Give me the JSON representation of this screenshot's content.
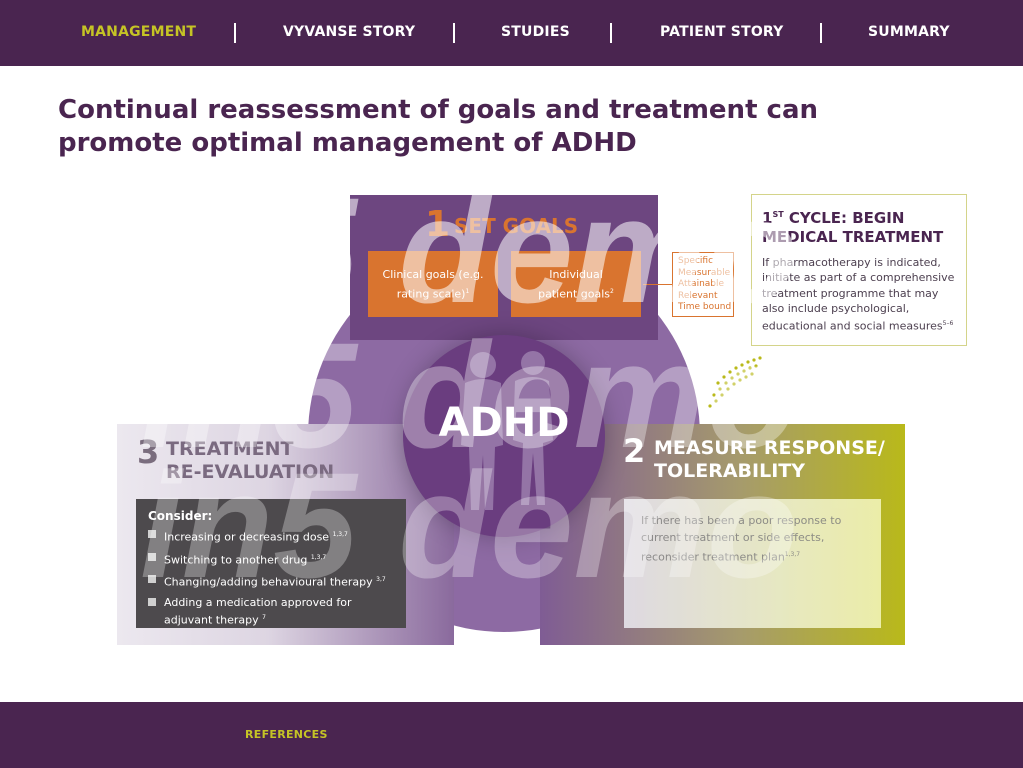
{
  "nav": {
    "items": [
      {
        "label": "MANAGEMENT",
        "active": true
      },
      {
        "label": "VYVANSE STORY",
        "active": false
      },
      {
        "label": "STUDIES",
        "active": false
      },
      {
        "label": "PATIENT STORY",
        "active": false
      },
      {
        "label": "SUMMARY",
        "active": false
      }
    ]
  },
  "headline": "Continual reassessment of goals and treatment can promote optimal management of ADHD",
  "set_goals": {
    "number": "1",
    "title": "SET GOALS",
    "clinical_goals": "Clinical goals (e.g. rating scale)",
    "clinical_goals_ref": "1",
    "patient_goals": "Individual patient goals",
    "patient_goals_ref": "2",
    "smart": [
      "Specific",
      "Measurable",
      "Attainable",
      "Relevant",
      "Time bound"
    ]
  },
  "first_cycle": {
    "title_num": "1",
    "title_sup": "ST",
    "title_rest": " CYCLE: BEGIN MEDICAL TREATMENT",
    "body": "If pharmacotherapy is indicated, initiate as part of a comprehensive treatment programme that may also include psychological, educational and social measures",
    "body_ref": "5–6"
  },
  "center": {
    "label": "ADHD"
  },
  "re_evaluation": {
    "number": "3",
    "title_line1": "TREATMENT",
    "title_line2": "RE-EVALUATION",
    "consider_title": "Consider:",
    "items": [
      {
        "text": "Increasing or decreasing dose",
        "ref": "1,3,7"
      },
      {
        "text": "Switching to another drug",
        "ref": "1,3,7"
      },
      {
        "text": "Changing/adding behavioural therapy",
        "ref": "3,7"
      },
      {
        "text": "Adding a medication approved for adjuvant therapy",
        "ref": "7"
      }
    ]
  },
  "measure_response": {
    "number": "2",
    "title_line1": "MEASURE RESPONSE/",
    "title_line2": "TOLERABILITY",
    "body": "If there has been a poor response to current treatment or side effects, reconsider treatment plan",
    "body_ref": "1,3,7"
  },
  "watermark": "in5 demo",
  "footer": {
    "references_label": "REFERENCES"
  },
  "colors": {
    "brand": "#4a2550",
    "accent": "#c5c425",
    "orange": "#d9742f",
    "lime": "#b9b91a"
  }
}
